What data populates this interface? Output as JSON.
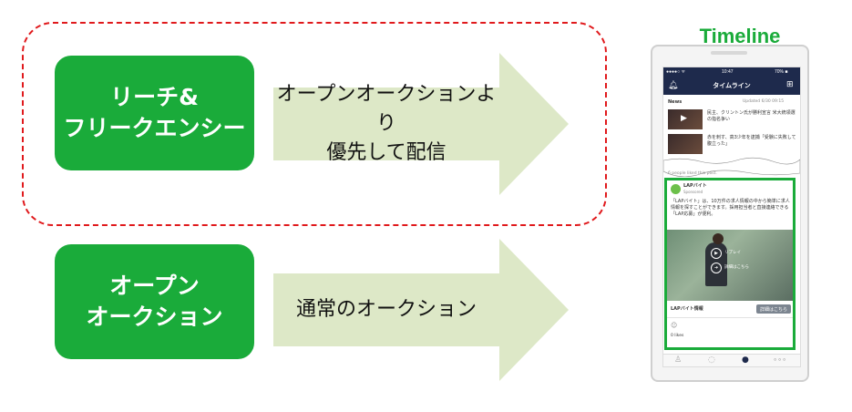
{
  "colors": {
    "accent_green": "#1aab3a",
    "arrow_fill": "#dde8c7",
    "dashed_red": "#e0191c",
    "phone_nav": "#1e2a4c"
  },
  "rows": [
    {
      "label_lines": [
        "リーチ&",
        "フリークエンシー"
      ],
      "arrow_text_lines": [
        "オープンオークションより",
        "優先して配信"
      ]
    },
    {
      "label_lines": [
        "オープン",
        "オークション"
      ],
      "arrow_text_lines": [
        "通常のオークション"
      ]
    }
  ],
  "phone": {
    "title": "Timeline",
    "status_time": "10:47",
    "status_left": "●●●●○ ᯤ",
    "status_right": "70% ■",
    "nav_title": "タイムライン",
    "news_label": "News",
    "news_updated": "Updated 6/30 09:15",
    "news_items": [
      {
        "text": "民主、クリントン氏が勝利宣言 米大統領選の指名争い"
      },
      {
        "text": "赤を刺す、高3少年を逮捕「受験に失敗して腹立った」"
      }
    ],
    "post": {
      "liked_text": "6 people liked this post.",
      "account_name": "LAPバイト",
      "sponsored": "Sponsored",
      "body": "「LAPバイト」は、10万件の求人情報の中から簡単に求人情報を探すことができます。採用担当者と直接連絡できる「LAP応募」が便利。",
      "replay_label": "リプレイ",
      "more_label": "詳細はこちら",
      "footer_label": "LAPバイト情報",
      "detail_button": "詳細はこちら",
      "likes": "0 likes"
    }
  }
}
